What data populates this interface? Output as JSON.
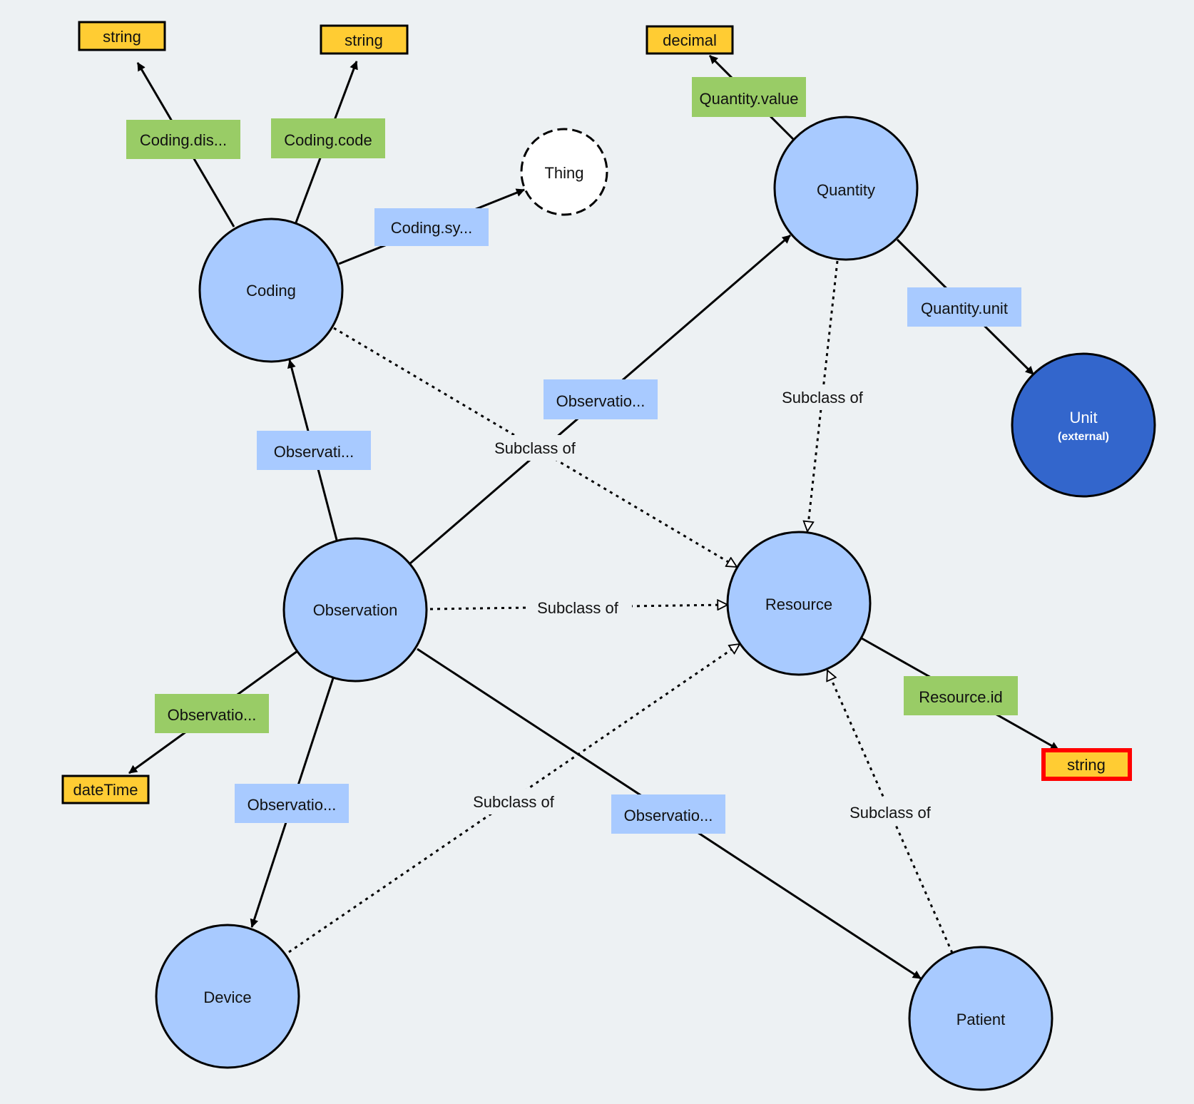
{
  "colors": {
    "background": "#edf1f3",
    "class_fill": "#a8caff",
    "external_fill": "#3366cc",
    "thing_fill": "#ffffff",
    "object_property_label": "#a8caff",
    "datatype_property_label": "#99cc66",
    "literal_fill": "#ffcc33",
    "highlight_border": "#ff0000",
    "stroke": "#000000"
  },
  "nodes": {
    "coding": "Coding",
    "thing": "Thing",
    "quantity": "Quantity",
    "unit": "Unit",
    "unit_sub": "(external)",
    "observation": "Observation",
    "resource": "Resource",
    "device": "Device",
    "patient": "Patient"
  },
  "literals": {
    "coding_display_type": "string",
    "coding_code_type": "string",
    "quantity_value_type": "decimal",
    "observation_datetime_type": "dateTime",
    "resource_id_type": "string"
  },
  "properties": {
    "coding_display": "Coding.dis...",
    "coding_code": "Coding.code",
    "coding_system": "Coding.sy...",
    "quantity_value": "Quantity.value",
    "quantity_unit": "Quantity.unit",
    "observation_quantity": "Observatio...",
    "observation_coding": "Observati...",
    "observation_datetime": "Observatio...",
    "observation_device": "Observatio...",
    "observation_patient": "Observatio...",
    "resource_id": "Resource.id"
  },
  "subclass": {
    "coding_resource": "Subclass of",
    "quantity_resource": "Subclass of",
    "observation_resource": "Subclass of",
    "device_resource": "Subclass of",
    "patient_resource": "Subclass of"
  }
}
